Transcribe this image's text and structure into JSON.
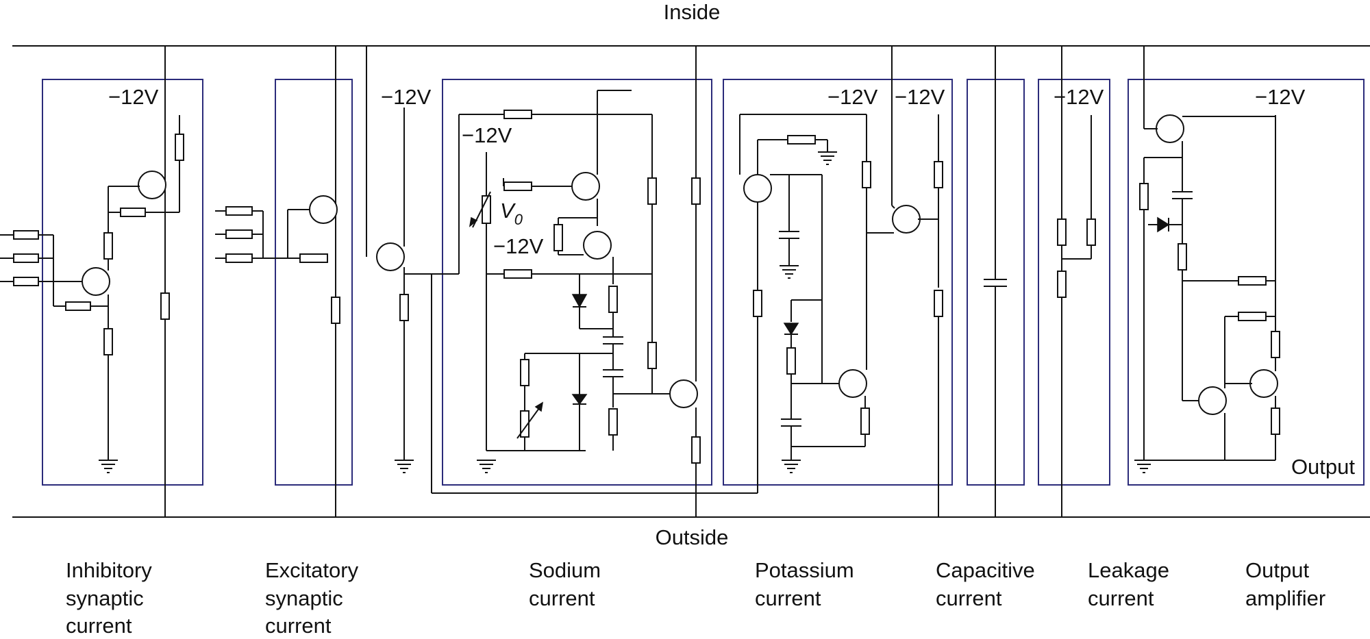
{
  "labels": {
    "inside": "Inside",
    "outside": "Outside",
    "voltage": "−12V",
    "v0_main": "V",
    "v0_sub": "0",
    "output": "Output"
  },
  "sections": [
    {
      "line1": "Inhibitory",
      "line2": "synaptic",
      "line3": "current"
    },
    {
      "line1": "Excitatory",
      "line2": "synaptic",
      "line3": "current"
    },
    {
      "line1": "Sodium",
      "line2": "current"
    },
    {
      "line1": "Potassium",
      "line2": "current"
    },
    {
      "line1": "Capacitive",
      "line2": "current"
    },
    {
      "line1": "Leakage",
      "line2": "current"
    },
    {
      "line1": "Output",
      "line2": "amplifier"
    }
  ],
  "colors": {
    "box": "#2b2b7a",
    "wire": "#111111"
  }
}
